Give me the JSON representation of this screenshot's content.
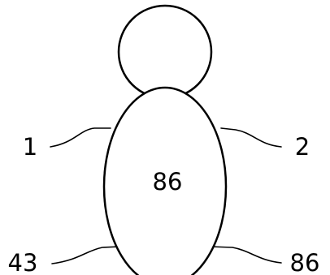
{
  "figure": {
    "body_value": "86",
    "top_left_label": "1",
    "top_right_label": "2",
    "bottom_left_label": "43",
    "bottom_right_label": "86"
  }
}
